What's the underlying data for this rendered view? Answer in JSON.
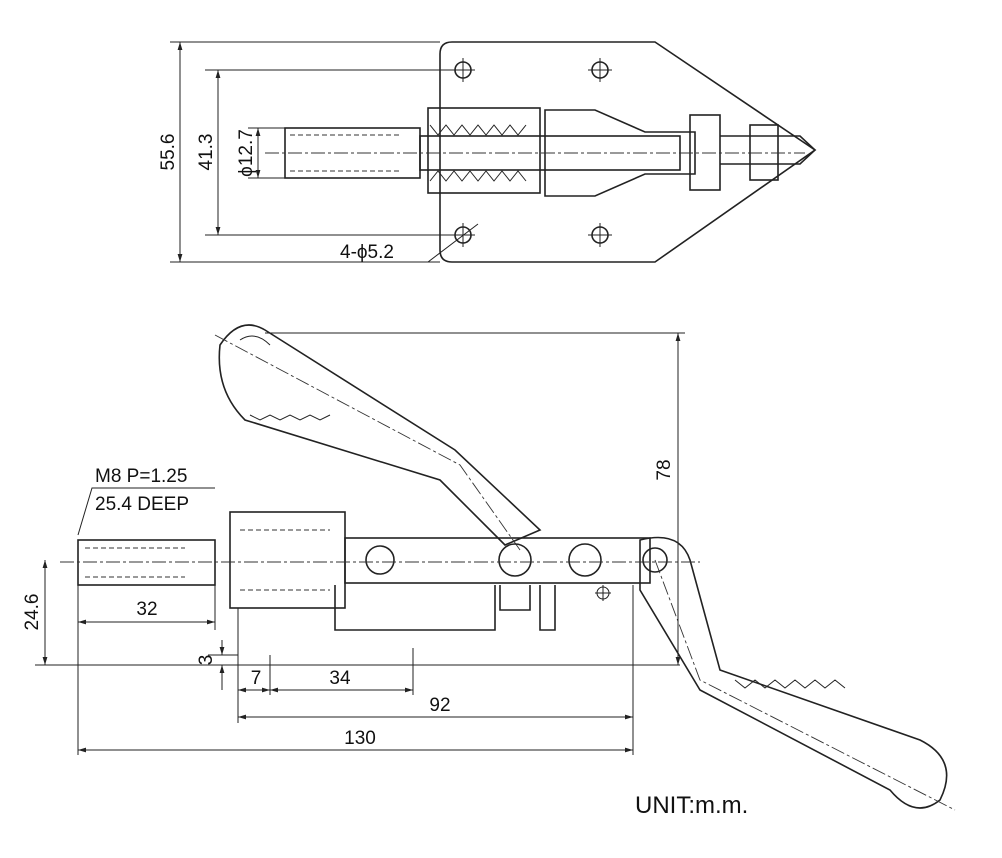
{
  "top_view": {
    "dim_overall_height": "55.6",
    "dim_hole_spacing": "41.3",
    "dim_plunger_dia": "ϕ12.7",
    "dim_mount_holes": "4-ϕ5.2"
  },
  "side_view": {
    "thread_spec": "M8 P=1.25",
    "thread_depth": "25.4 DEEP",
    "dim_height": "78",
    "dim_base_height": "24.6",
    "dim_thread_len": "32",
    "dim_offset": "3",
    "dim_7": "7",
    "dim_34": "34",
    "dim_92": "92",
    "dim_130": "130"
  },
  "unit_label": "UNIT:m.m."
}
